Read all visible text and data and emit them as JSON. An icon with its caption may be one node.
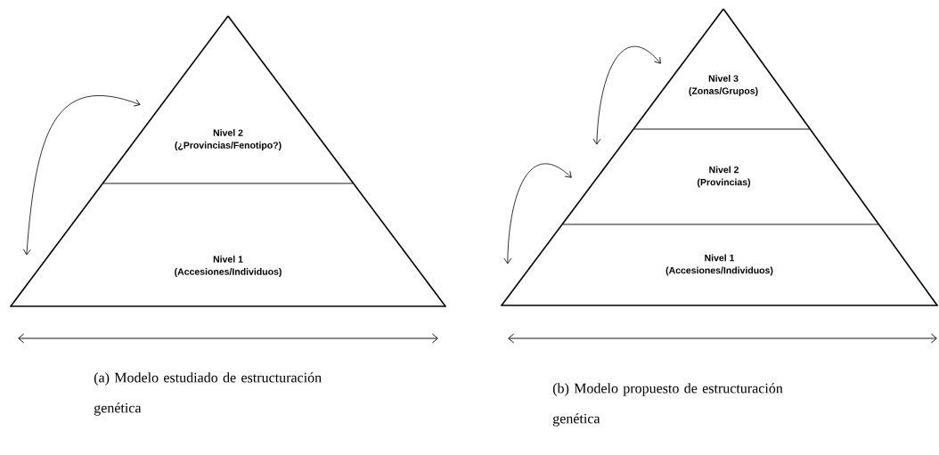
{
  "diagram": {
    "nodes": [
      {
        "text": [
          "Nivel 2",
          "(¿Provincias/Fenotipo?)"
        ]
      },
      {
        "text": [
          "Nivel 1",
          "(Accesiones/Individuos)"
        ]
      },
      {
        "text": [
          "Nivel 3",
          "(Zonas/Grupos)"
        ]
      },
      {
        "text": [
          "Nivel 2",
          "(Provincias)"
        ]
      },
      {
        "text": [
          "Nivel 1",
          "(Accesiones/Individuos)"
        ]
      }
    ],
    "edges": [
      {
        "from": 1,
        "to": 0,
        "arrow": "both"
      },
      {
        "from": 3,
        "to": 2,
        "arrow": "both"
      },
      {
        "from": 4,
        "to": 3,
        "arrow": "both"
      }
    ],
    "labels": [
      "(a) Modelo estudiado de estructuración genética",
      "(b) Modelo propuesto de estructuración genética"
    ]
  }
}
